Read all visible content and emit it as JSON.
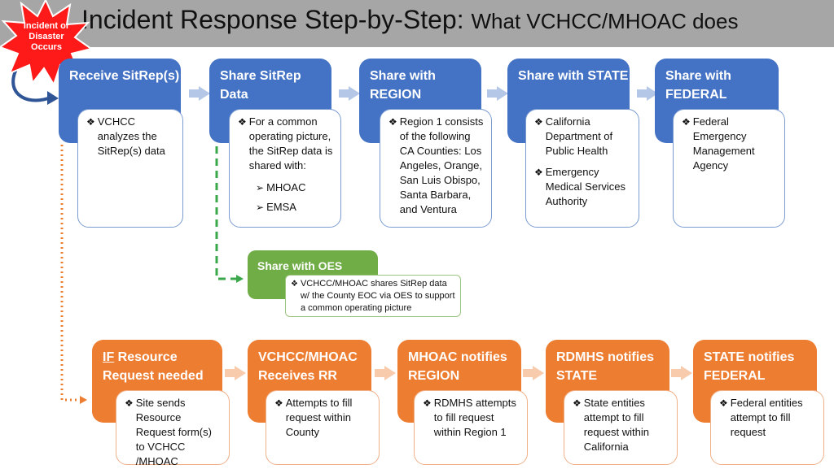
{
  "title": {
    "main": "Incident Response",
    "rest": " Step-by-Step: ",
    "sub": "What VCHCC/MHOAC does"
  },
  "burst": {
    "label": "Incident or Disaster Occurs"
  },
  "top_row": [
    {
      "heading": "Receive SitRep(s)",
      "bullets": [
        "VCHCC analyzes the SitRep(s) data"
      ],
      "subitems": []
    },
    {
      "heading": "Share SitRep Data",
      "bullets": [
        "For a common operating picture, the SitRep data is shared with:"
      ],
      "subitems": [
        "MHOAC",
        "EMSA"
      ]
    },
    {
      "heading": "Share with REGION",
      "bullets": [
        "Region 1 consists of the following CA Counties: Los Angeles, Orange, San Luis Obispo, Santa Barbara, and Ventura"
      ],
      "subitems": []
    },
    {
      "heading": "Share with STATE",
      "bullets": [
        "California Department of Public Health",
        "Emergency Medical Services Authority"
      ],
      "subitems": []
    },
    {
      "heading": "Share with FEDERAL",
      "bullets": [
        "Federal Emergency Management Agency"
      ],
      "subitems": []
    }
  ],
  "oes": {
    "heading": "Share with OES",
    "bullet": "VCHCC/MHOAC shares SitRep data w/ the County EOC via OES to support a common operating picture"
  },
  "bottom_row": [
    {
      "heading_prefix": "IF",
      "heading": " Resource Request needed",
      "bullets": [
        "Site sends Resource Request form(s) to VCHCC /MHOAC"
      ]
    },
    {
      "heading_prefix": "",
      "heading": "VCHCC/MHOAC Receives RR",
      "bullets": [
        "Attempts to fill request within County"
      ]
    },
    {
      "heading_prefix": "",
      "heading": "MHOAC notifies REGION",
      "bullets": [
        "RDMHS attempts to fill request within Region 1"
      ]
    },
    {
      "heading_prefix": "",
      "heading": "RDMHS notifies STATE",
      "bullets": [
        "State entities attempt to fill request within California"
      ]
    },
    {
      "heading_prefix": "",
      "heading": "STATE notifies FEDERAL",
      "bullets": [
        "Federal entities attempt to fill request"
      ]
    }
  ],
  "colors": {
    "blue": "#4472c4",
    "orange": "#ed7d31",
    "green": "#70ad47",
    "burst_red": "#ff1a1a",
    "title_bar": "#a6a6a6"
  },
  "icons": {
    "bullet": "❖",
    "subbullet": "➢"
  }
}
